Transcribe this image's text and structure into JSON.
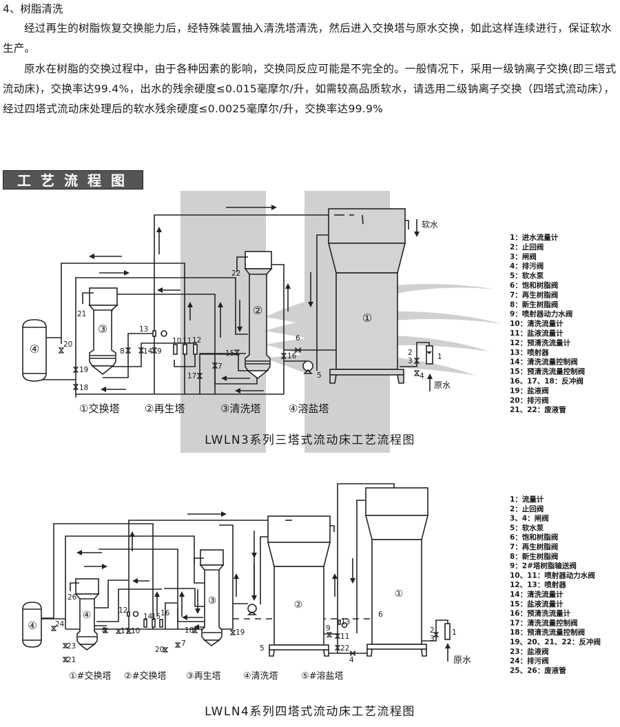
{
  "section": {
    "heading": "4、树脂清洗",
    "paragraph1": "经过再生的树脂恢复交换能力后，经特殊装置抽入清洗塔清洗，然后进入交换塔与原水交换，如此这样连续进行，保证软水生产。",
    "paragraph2": "原水在树脂的交换过程中，由于各种因素的影响，交换同反应可能是不完全的。一般情况下，采用一级钠离子交换(即三塔式流动床)，交换率达99.4%，出水的残余硬度≤0.015毫摩尔/升，如需较高品质软水，请选用二级钠离子交换（四塔式流动床），经过四塔式流动床处理后的软水残余硬度≤0.0025毫摩尔/升，交换率达99.9%"
  },
  "banner": {
    "label": "工艺流程图"
  },
  "diagram1": {
    "title": "LWLN3系列三塔式流动床工艺流程图",
    "towers": {
      "t1": "①",
      "t2": "②",
      "t3": "③",
      "t4": "④"
    },
    "captions": [
      "①交换塔",
      "②再生塔",
      "③清洗塔",
      "④溶盐塔"
    ],
    "flow_labels": {
      "soft_water": "软水",
      "raw_water": "原水"
    },
    "valve_labels": {
      "v1": "1",
      "v2": "2",
      "v3": "3",
      "v4": "4",
      "v5": "5",
      "v6": "6",
      "v7": "7",
      "v8": "8",
      "v9": "9",
      "v10": "10",
      "v11": "11",
      "v12": "12",
      "v13": "13",
      "v14": "14",
      "v15": "15",
      "v16": "16",
      "v17": "17",
      "v18": "18",
      "v19": "19",
      "v20": "20",
      "v21": "21",
      "v22": "22"
    },
    "legend": [
      "1：进水流量计",
      "2：止回阀",
      "3：闸阀",
      "4：排污阀",
      "5：软水泵",
      "6：饱和树脂阀",
      "7：再生树脂阀",
      "8：新生树脂阀",
      "9：喷射器动力水阀",
      "10：清洗流量计",
      "11：盐液流量计",
      "12：预清洗流量计",
      "13：喷射器",
      "14：清洗流量控制阀",
      "15：预清洗流量控制阀",
      "16、17、18：反冲阀",
      "19：盐液阀",
      "20：排污阀",
      "21、22：废液管"
    ]
  },
  "diagram2": {
    "title": "LWLN4系列四塔式流动床工艺流程图",
    "towers": {
      "t1": "①",
      "t2": "②",
      "t3": "③",
      "t4a": "④",
      "t4b": "④"
    },
    "captions": [
      "①#交换塔",
      "②#交换塔",
      "③再生塔",
      "④清洗塔",
      "⑤#溶盐塔"
    ],
    "flow_labels": {
      "raw_water": "原水"
    },
    "valve_labels": {
      "v1": "1",
      "v2": "2",
      "v3": "3",
      "v4": "4",
      "v5": "5",
      "v6": "6",
      "v7": "7",
      "v8": "8",
      "v9": "9",
      "v10": "10",
      "v11": "11",
      "v12": "12",
      "v13": "13",
      "v14": "14",
      "v15": "15",
      "v16": "16",
      "v17": "17",
      "v18": "18",
      "v19": "19",
      "v20": "20",
      "v21": "21",
      "v22": "22",
      "v23": "23",
      "v24": "24",
      "v26": "26"
    },
    "legend": [
      "1：流量计",
      "2：止回阀",
      "3、4：闸阀",
      "5：软水泵",
      "6：饱和树脂阀",
      "7：再生树脂阀",
      "8：新生树脂阀",
      "9：2#塔树脂输送阀",
      "10、11：喷射器动力水阀",
      "12、13：喷射器",
      "14：清洗流量计",
      "15：盐液流量计",
      "16：预清洗流量计",
      "17：清洗流量控制阀",
      "18：预清洗流量控制阀",
      "19、20、21、22：反冲阀",
      "23：盐液阀",
      "24：排污阀",
      "25、26：废液管"
    ]
  }
}
